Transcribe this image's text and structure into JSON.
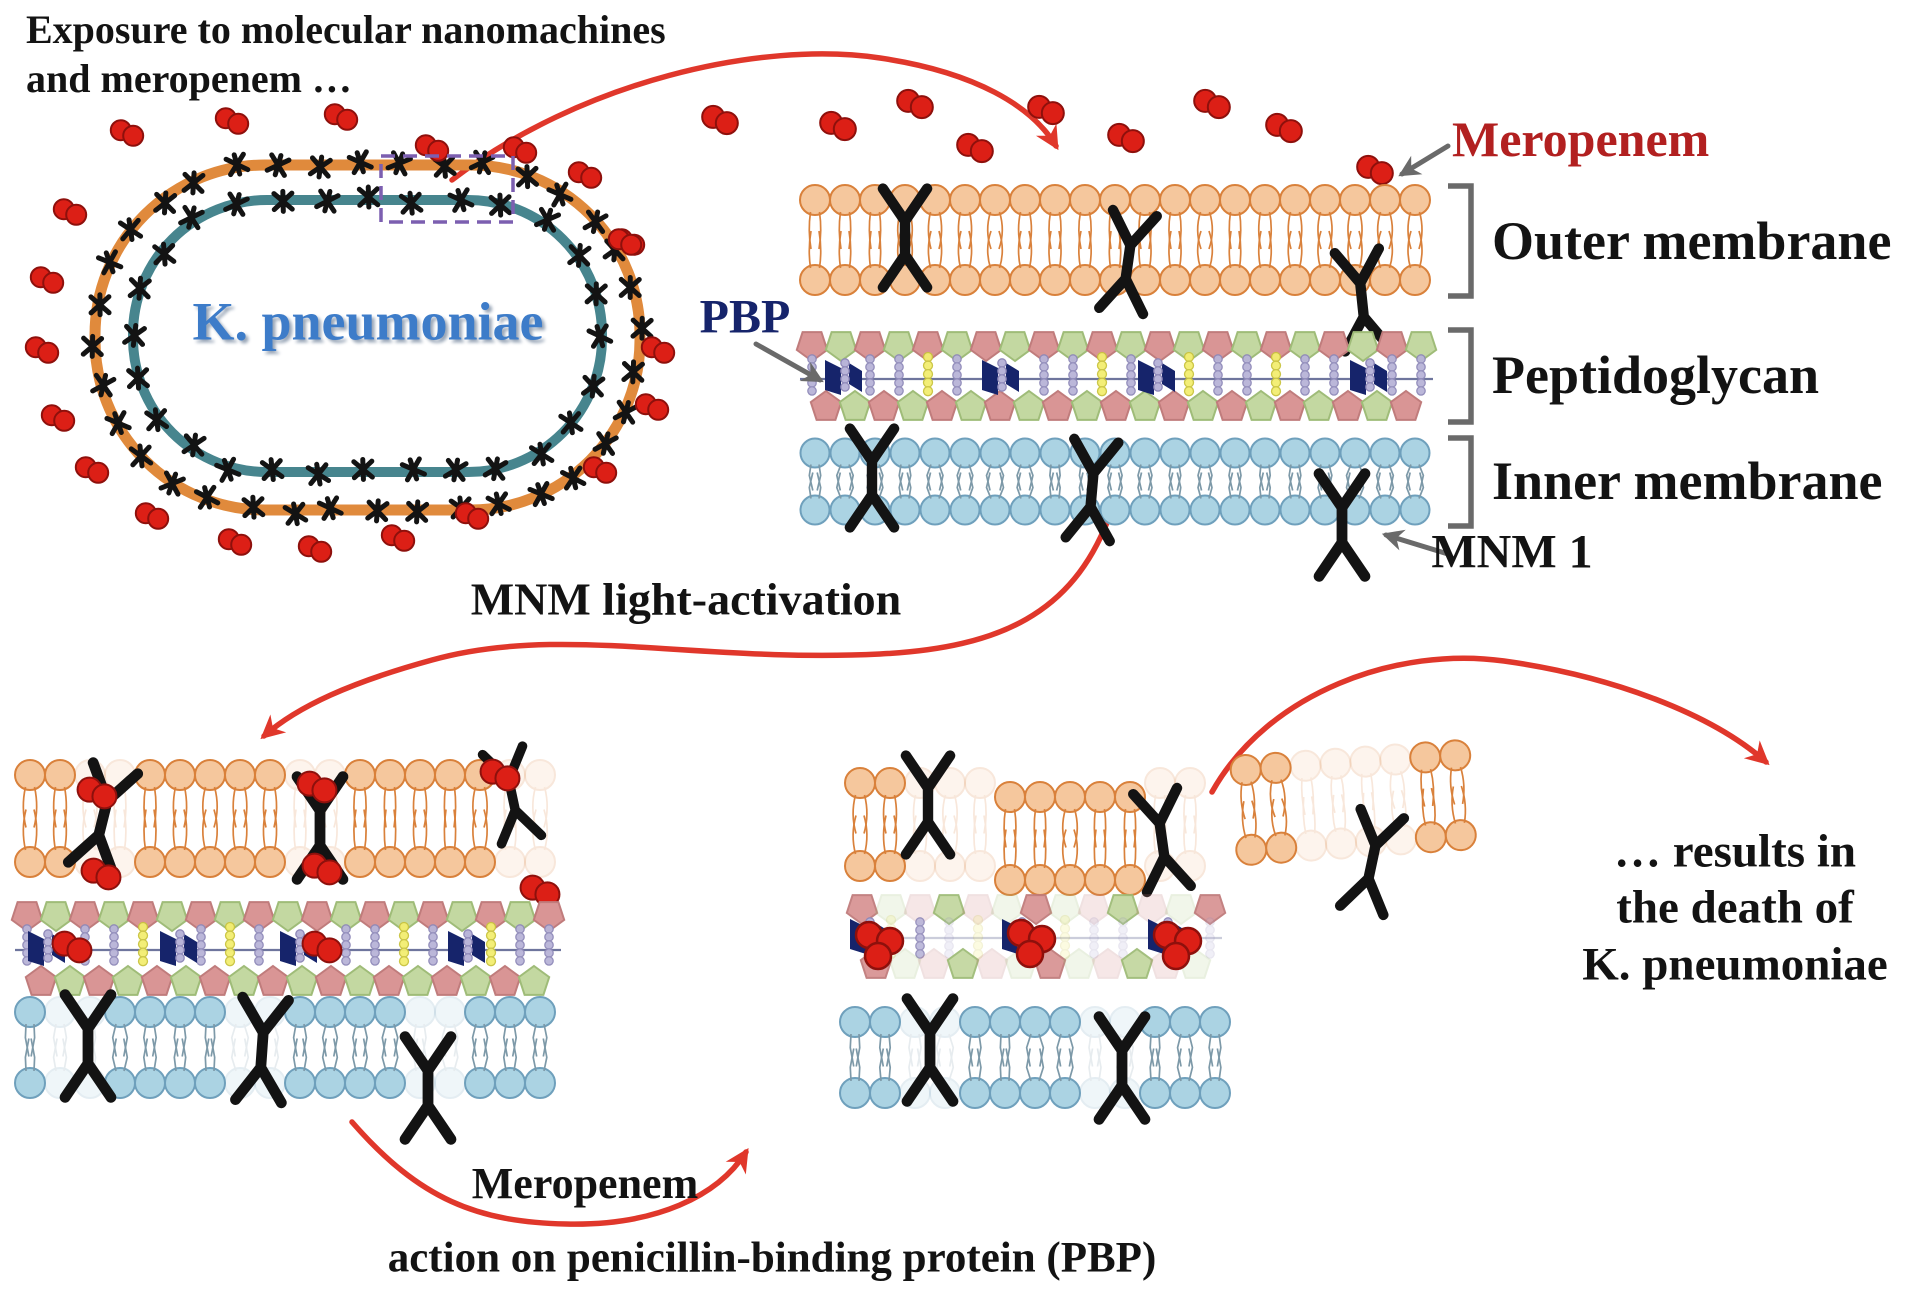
{
  "title": {
    "line1": "Exposure to molecular nanomachines",
    "line2": "and meropenem …"
  },
  "bacterium": {
    "label": "K. pneumoniae"
  },
  "membrane_panel": {
    "meropenem_label": "Meropenem",
    "pbp_label": "PBP",
    "mnm_label": "MNM 1",
    "outer_label": "Outer membrane",
    "peptidoglycan_label": "Peptidoglycan",
    "inner_label": "Inner membrane"
  },
  "captions": {
    "activation": "MNM light-activation",
    "meropenem_action_line1": "Meropenem",
    "meropenem_action_line2": "action on penicillin-binding protein (PBP)",
    "result_line1": "… results in",
    "result_line2": "the death of",
    "result_line3": "K. pneumoniae"
  },
  "colors": {
    "arrow_red": "#E0372B",
    "meropenem_red": "#DC1F16",
    "meropenem_stroke": "#8E100C",
    "meropenem_label_red": "#B22020",
    "navy": "#16246B",
    "label_blue": "#3D7CC9",
    "capsule_orange": "#E08A3C",
    "capsule_teal": "#47858E",
    "purple_dash": "#7C5FB0",
    "gray": "#6A6A6A",
    "tan_head": "#F5C79D",
    "tan_stroke": "#D9813B",
    "blue_head": "#ABD3E3",
    "blue_stroke": "#6FA0BC",
    "blue_tail": "#7D99A8",
    "pent_pink": "#D99595",
    "pent_pink_stroke": "#C07C7C",
    "pent_green": "#C3D8A1",
    "pent_green_stroke": "#9FBC78",
    "bead_lavender": "#B8B4D8",
    "bead_lavender_stroke": "#8E88B8",
    "bead_yellow": "#F3EE70",
    "bead_yellow_stroke": "#C9C33E",
    "connector": "#555E8C",
    "black": "#131313"
  }
}
